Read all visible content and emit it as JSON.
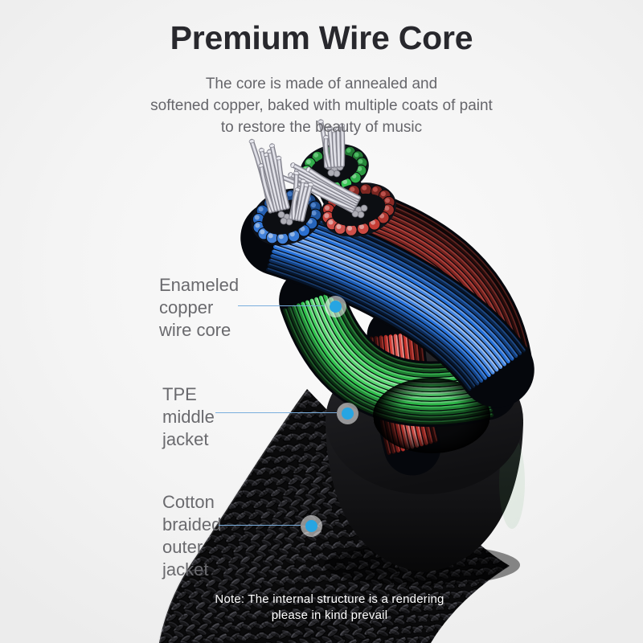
{
  "header": {
    "title": "Premium Wire Core",
    "subtitle": "The core is made of annealed and\nsoftened copper, baked with multiple coats of paint\nto restore the beauty of music"
  },
  "annotations": [
    {
      "label": "Enameled\ncopper\nwire core"
    },
    {
      "label": "TPE\nmiddle\njacket"
    },
    {
      "label": "Cotton\nbraided\nouter\njacket"
    }
  ],
  "note": "Note: The internal structure is a rendering\nplease in kind prevail",
  "colors": {
    "background": "#eeeeee",
    "title_text": "#28282d",
    "body_text": "#6a6a6e",
    "leader_line": "#7aaedd",
    "marker_dot": "#27a5e2",
    "cable_blue": "#2f6fd4",
    "cable_green": "#2fb84a",
    "cable_red": "#e05a52",
    "copper_strand_silver": "#c9c9d2",
    "jacket_black": "#141414"
  }
}
